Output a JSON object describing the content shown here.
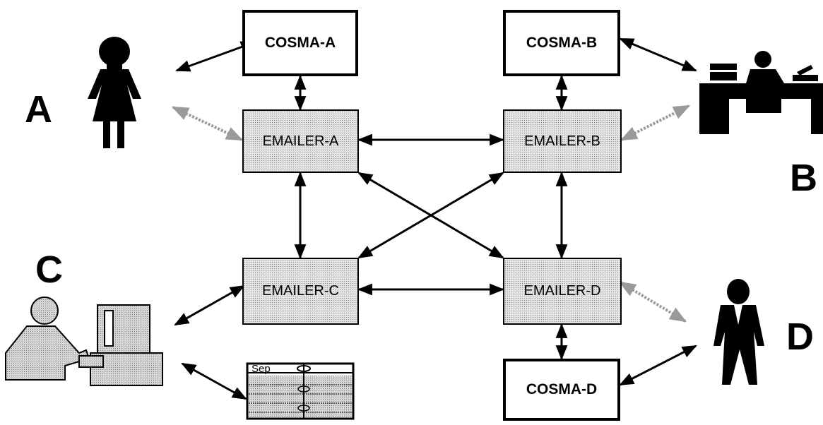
{
  "nodes": {
    "cosma_a": "COSMA-A",
    "cosma_b": "COSMA-B",
    "cosma_d": "COSMA-D",
    "emailer_a": "EMAILER-A",
    "emailer_b": "EMAILER-B",
    "emailer_c": "EMAILER-C",
    "emailer_d": "EMAILER-D"
  },
  "actors": {
    "a": "A",
    "b": "B",
    "c": "C",
    "d": "D"
  },
  "calendar": {
    "month": "Sep"
  },
  "icons": [
    "woman-icon",
    "office-worker-at-desk-icon",
    "computer-user-icon",
    "man-icon",
    "calendar-icon"
  ],
  "colors": {
    "ink": "#000000",
    "emailer_fill": "#e4e4e4",
    "computer_user_fill": "#d6d6d6",
    "dashed_arrow": "#9a9a9a"
  }
}
